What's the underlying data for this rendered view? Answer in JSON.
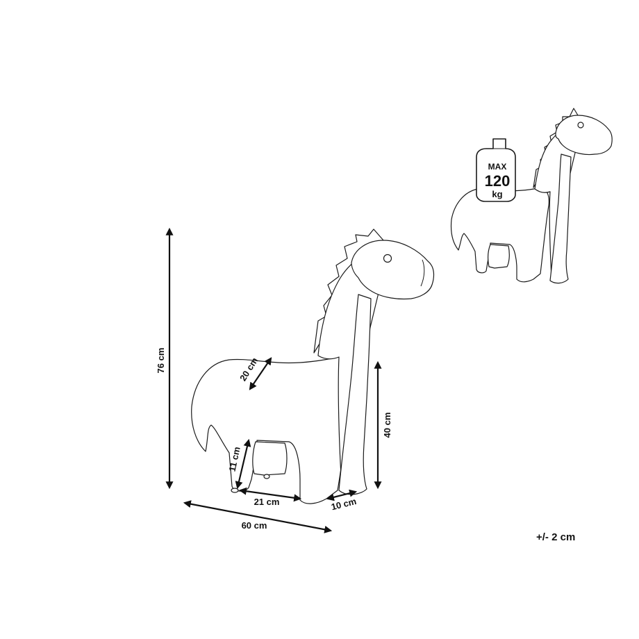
{
  "dimensions": {
    "height_total": "76 cm",
    "seat_height": "40 cm",
    "body_depth": "20 cm",
    "leg_gap_height": "11 cm",
    "leg_gap_width": "21 cm",
    "foot_width": "10 cm",
    "length_total": "60 cm"
  },
  "weight_badge": {
    "line1": "MAX",
    "line2": "120",
    "line3": "kg"
  },
  "tolerance": "+/- 2 cm",
  "colors": {
    "line": "#1a1a1a",
    "background": "#ffffff"
  }
}
